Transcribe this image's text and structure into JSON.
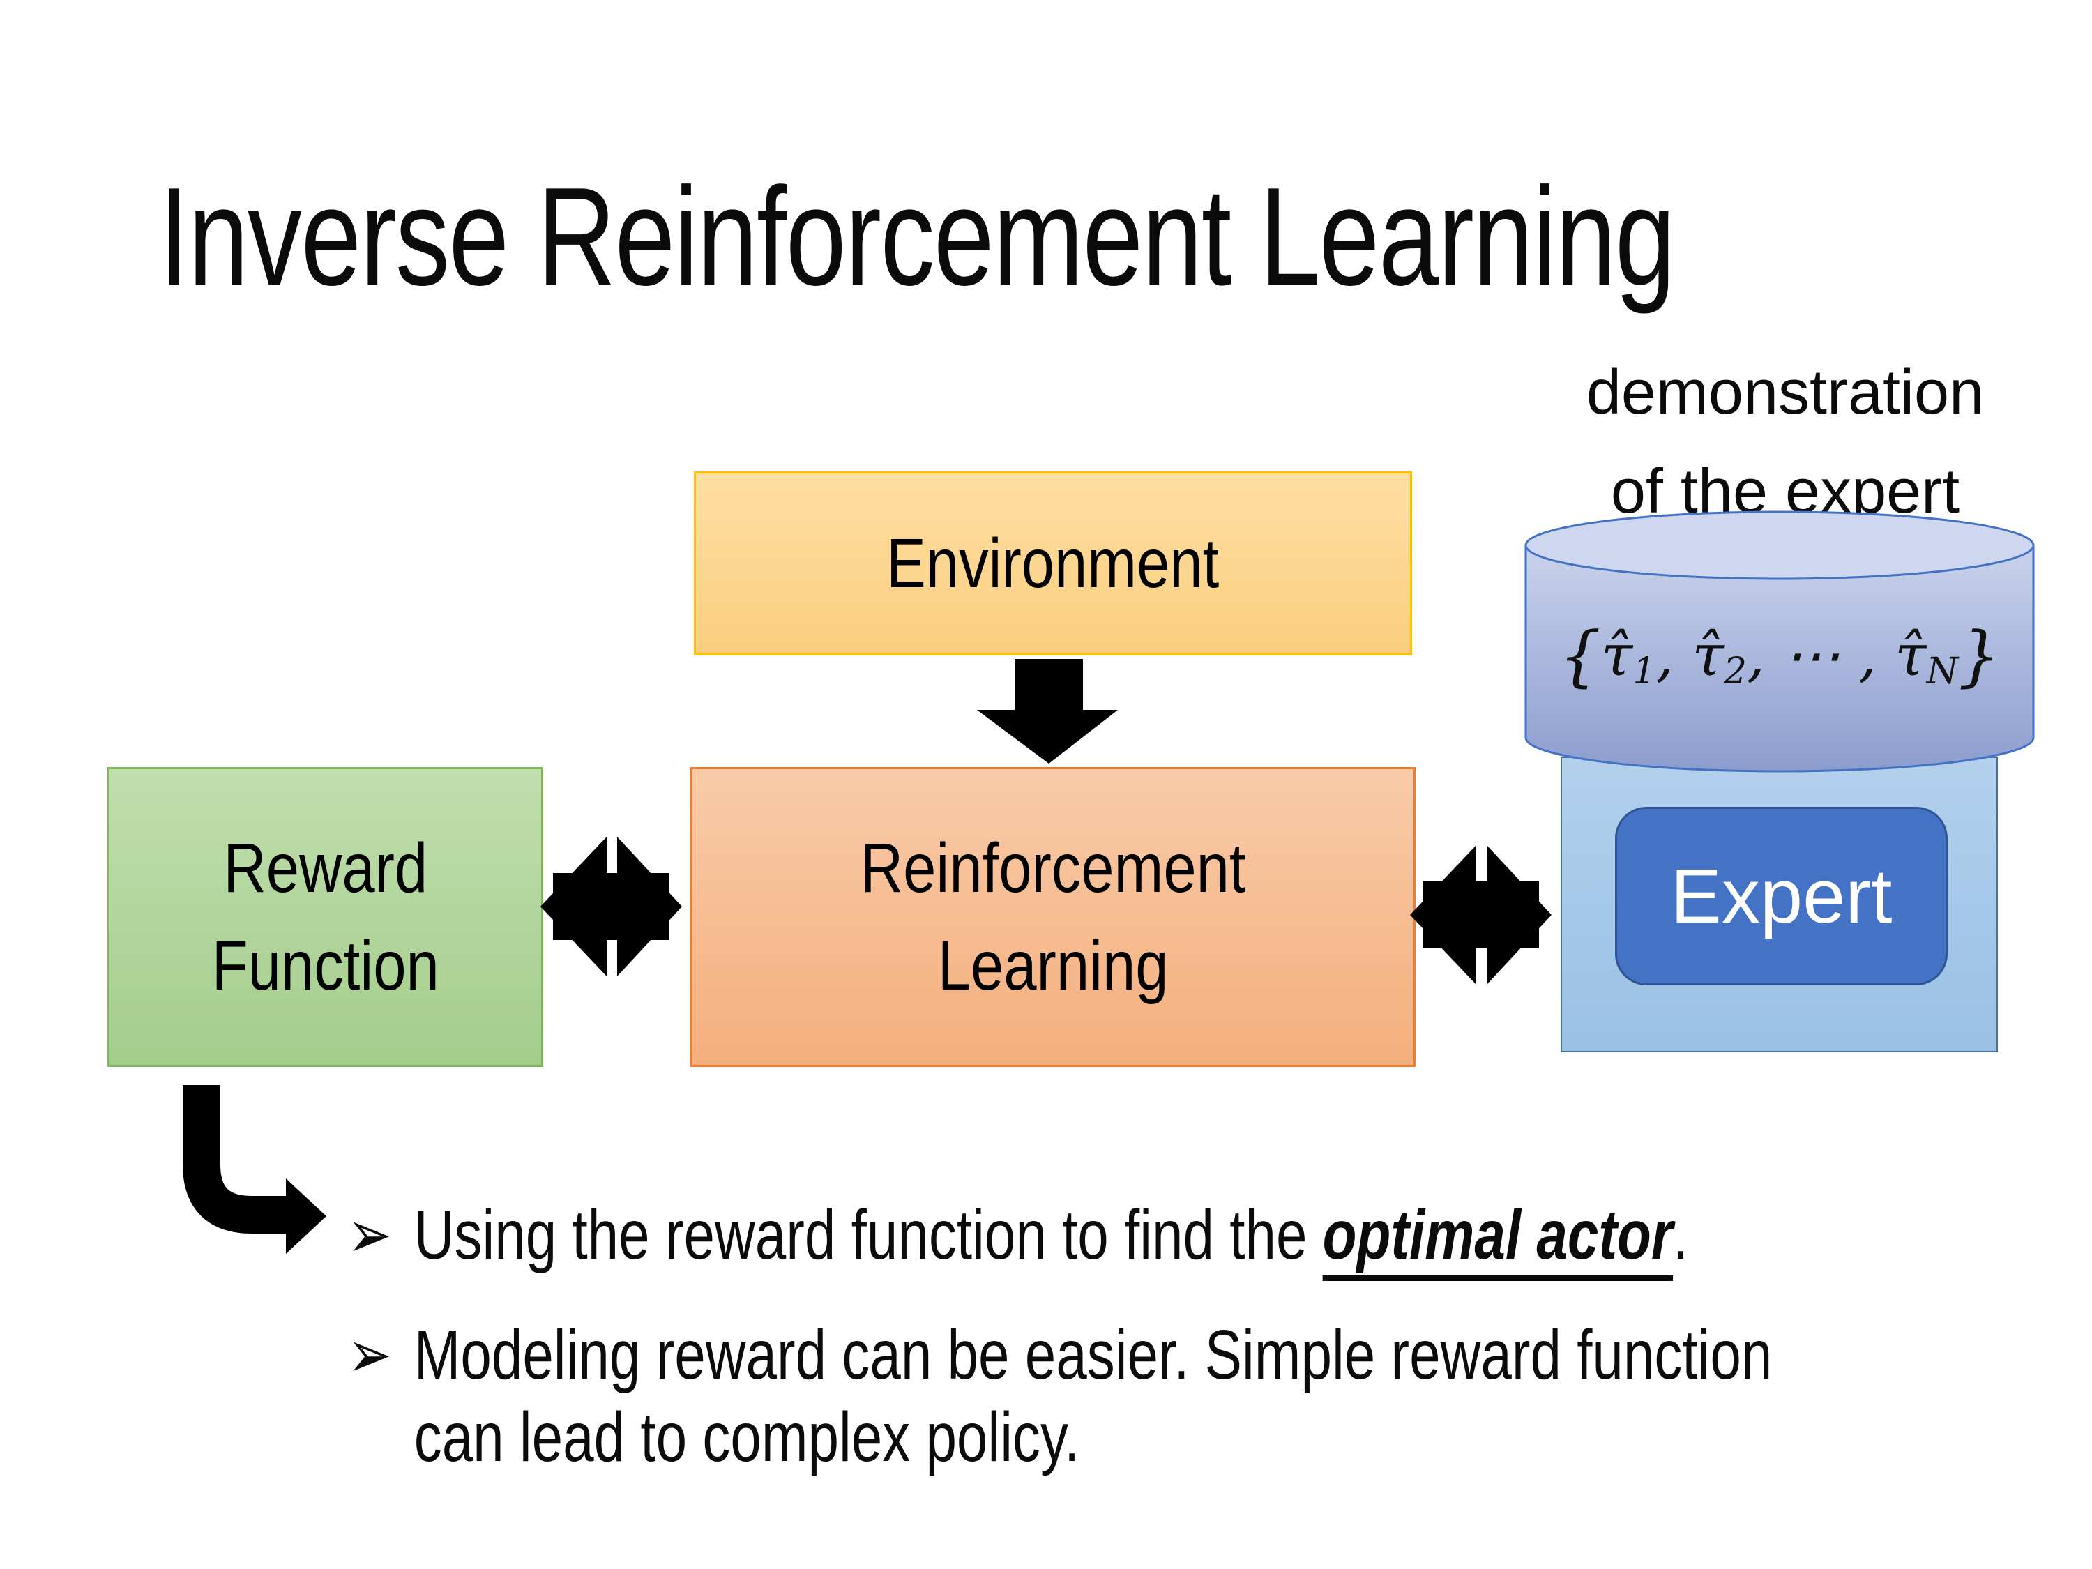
{
  "slide": {
    "title": "Inverse Reinforcement Learning"
  },
  "dataset": {
    "caption_line1": "demonstration",
    "caption_line2": "of the expert",
    "formula": {
      "open": "{",
      "t1": "τ̂",
      "s1": "1",
      "c1": ", ",
      "t2": "τ̂",
      "s2": "2",
      "c2": ", ",
      "dots": "⋯",
      "c3": " , ",
      "t3": "τ̂",
      "s3": "N",
      "close": "}"
    }
  },
  "boxes": {
    "environment": {
      "label": "Environment",
      "fill_top": "#FEDFA3",
      "fill_bottom": "#FBCE7E",
      "border": "#FFC000"
    },
    "reward_function": {
      "label_line1": "Reward",
      "label_line2": "Function",
      "fill_top": "#C0DEAE",
      "fill_bottom": "#A4CD8C",
      "border": "#7FB55E"
    },
    "reinforcement_learning": {
      "label_line1": "Reinforcement",
      "label_line2": "Learning",
      "fill_top": "#F9CBA8",
      "fill_bottom": "#F3AF7E",
      "border": "#ED7D31"
    },
    "expert": {
      "label": "Expert",
      "fill": "#4472C4",
      "border": "#2F5597",
      "text_color": "#FFFFFF",
      "panel_fill": "#A6C9E8",
      "panel_border": "#41719C"
    },
    "cylinder": {
      "fill_top": "#C9D3EC",
      "fill_bottom": "#8C9DCE",
      "top_fill": "#CED7EF",
      "border": "#4472C4"
    }
  },
  "bullets": {
    "marker": "➢",
    "item1": {
      "text_before": "Using the reward function to find the ",
      "emphasis": "optimal actor",
      "text_after": "."
    },
    "item2": {
      "text": "Modeling reward can be easier. Simple reward function can lead to complex policy."
    }
  },
  "colors": {
    "arrow": "#000000",
    "text": "#0D0D0D",
    "background": "#FFFFFF"
  }
}
